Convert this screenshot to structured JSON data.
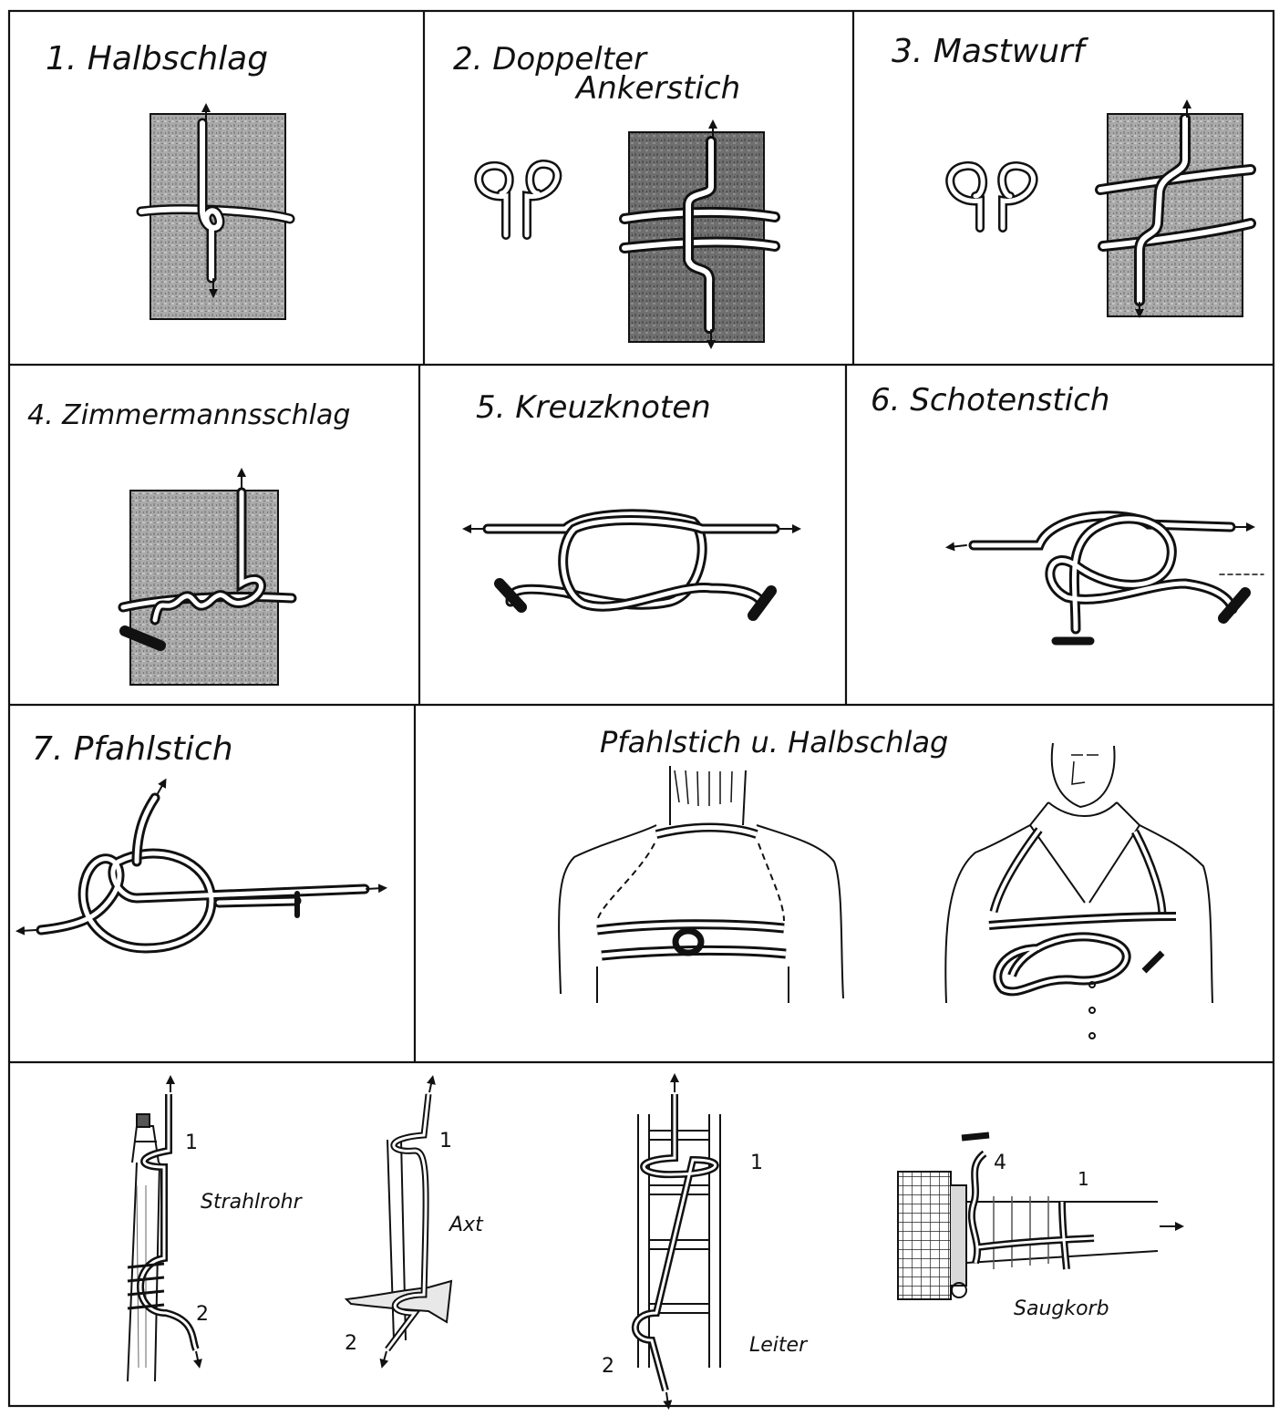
{
  "panels": {
    "p1": {
      "title": "1. Halbschlag"
    },
    "p2": {
      "title_line1": "2. Doppelter",
      "title_line2": "Ankerstich"
    },
    "p3": {
      "title": "3. Mastwurf"
    },
    "p4": {
      "title": "4. Zimmermannsschlag"
    },
    "p5": {
      "title": "5. Kreuzknoten"
    },
    "p6": {
      "title": "6. Schotenstich"
    },
    "p7": {
      "title": "7. Pfahlstich"
    },
    "p8": {
      "title": "Pfahlstich u. Halbschlag"
    }
  },
  "bottom": {
    "strahlrohr": {
      "label": "Strahlrohr",
      "n1": "1",
      "n2": "2"
    },
    "axt": {
      "label": "Axt",
      "n1": "1",
      "n2": "2"
    },
    "leiter": {
      "label": "Leiter",
      "n1": "1",
      "n2": "2"
    },
    "saugkorb": {
      "label": "Saugkorb",
      "n1": "1",
      "n4": "4"
    }
  }
}
